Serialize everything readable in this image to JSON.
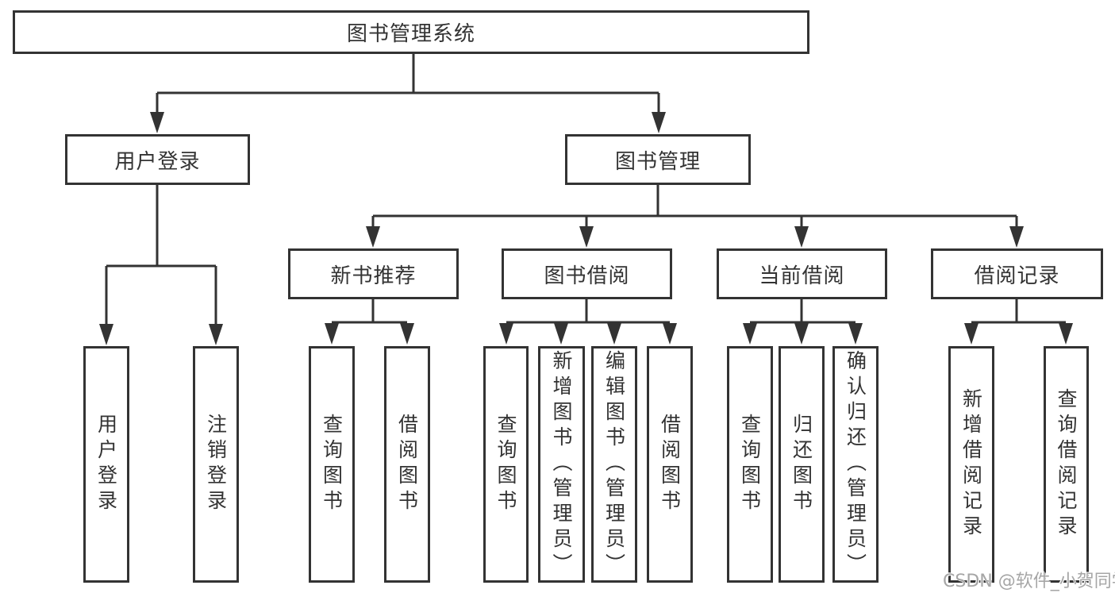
{
  "diagram": {
    "title": "图书管理系统",
    "branches": [
      {
        "label": "用户登录",
        "children": [
          {
            "label": "用户登录"
          },
          {
            "label": "注销登录"
          }
        ]
      },
      {
        "label": "图书管理",
        "children": [
          {
            "label": "新书推荐",
            "children": [
              {
                "label": "查询图书"
              },
              {
                "label": "借阅图书"
              }
            ]
          },
          {
            "label": "图书借阅",
            "children": [
              {
                "label": "查询图书"
              },
              {
                "label": "新增图书（管理员）"
              },
              {
                "label": "编辑图书（管理员）"
              },
              {
                "label": "借阅图书"
              }
            ]
          },
          {
            "label": "当前借阅",
            "children": [
              {
                "label": "查询图书"
              },
              {
                "label": "归还图书"
              },
              {
                "label": "确认归还（管理员）"
              }
            ]
          },
          {
            "label": "借阅记录",
            "children": [
              {
                "label": "新增借阅记录"
              },
              {
                "label": "查询借阅记录"
              }
            ]
          }
        ]
      }
    ],
    "colors": {
      "line": "#333333",
      "text": "#333333",
      "background": "#ffffff",
      "watermark": "#a6a6a6"
    }
  },
  "watermark": "CSDN @软件_小贺同学"
}
